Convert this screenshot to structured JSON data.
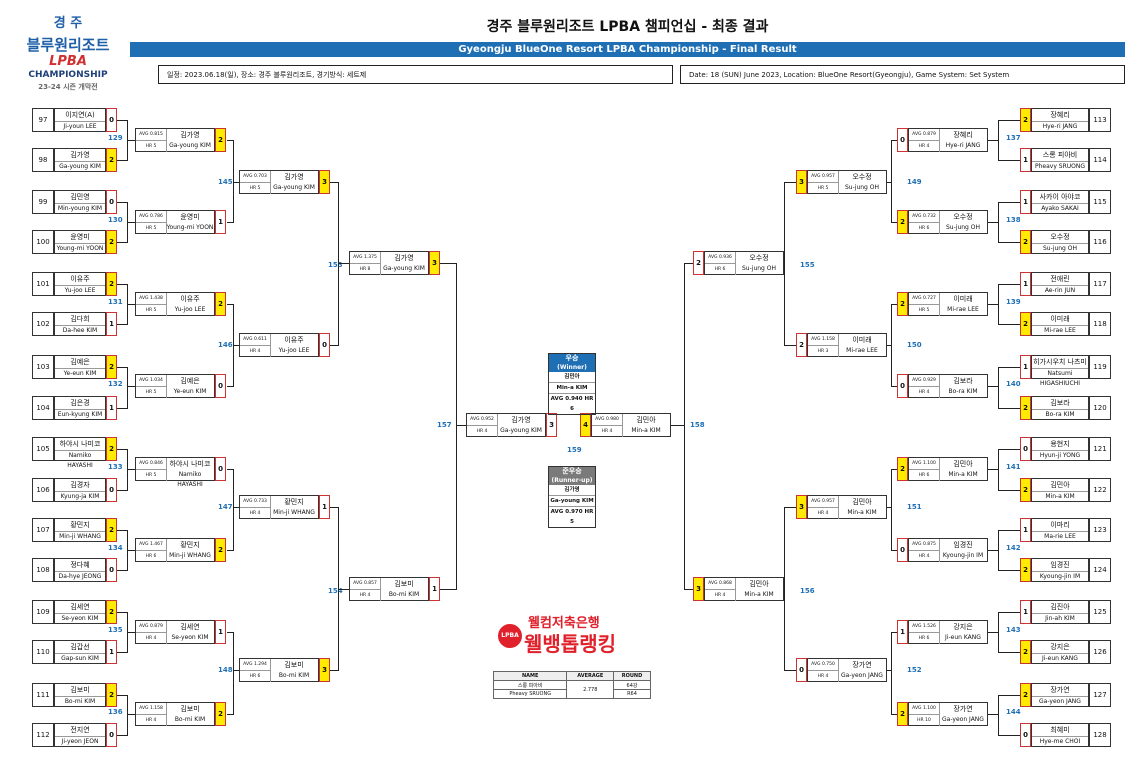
{
  "logo": {
    "city": "경 주",
    "resort": "블루원리조트",
    "brand": "LPBA",
    "event": "CHAMPIONSHIP",
    "season": "23-24 시즌 개막전"
  },
  "title_ko": "경주 블루원리조트 LPBA 챔피언십 - 최종 결과",
  "title_en": "Gyeongju BlueOne Resort LPBA Championship - Final Result",
  "info_ko": "일정: 2023.06.18(일), 장소: 경주 블루원리조트, 경기방식: 세트제",
  "info_en": "Date: 18 (SUN) June 2023, Location: BlueOne Resort(Gyeongju), Game System: Set System",
  "players_left": [
    {
      "num": "97",
      "ko": "이지연(A)",
      "en": "Ji-youn LEE",
      "score": "0",
      "win": false
    },
    {
      "num": "98",
      "ko": "김가영",
      "en": "Ga-young KIM",
      "score": "2",
      "win": true
    },
    {
      "num": "99",
      "ko": "김민영",
      "en": "Min-young KIM",
      "score": "0",
      "win": false
    },
    {
      "num": "100",
      "ko": "윤영미",
      "en": "Young-mi YOON",
      "score": "2",
      "win": true
    },
    {
      "num": "101",
      "ko": "이유주",
      "en": "Yu-joo LEE",
      "score": "2",
      "win": true
    },
    {
      "num": "102",
      "ko": "김다희",
      "en": "Da-hee KIM",
      "score": "1",
      "win": false
    },
    {
      "num": "103",
      "ko": "김예은",
      "en": "Ye-eun KIM",
      "score": "2",
      "win": true
    },
    {
      "num": "104",
      "ko": "김은경",
      "en": "Eun-kyung KIM",
      "score": "1",
      "win": false
    },
    {
      "num": "105",
      "ko": "하야시 나미코",
      "en": "Namiko HAYASHI",
      "score": "2",
      "win": true
    },
    {
      "num": "106",
      "ko": "김경자",
      "en": "Kyung-ja KIM",
      "score": "0",
      "win": false
    },
    {
      "num": "107",
      "ko": "황민지",
      "en": "Min-ji WHANG",
      "score": "2",
      "win": true
    },
    {
      "num": "108",
      "ko": "정다혜",
      "en": "Da-hye JEONG",
      "score": "0",
      "win": false
    },
    {
      "num": "109",
      "ko": "김세연",
      "en": "Se-yeon KIM",
      "score": "2",
      "win": true
    },
    {
      "num": "110",
      "ko": "김갑선",
      "en": "Gap-sun KIM",
      "score": "1",
      "win": false
    },
    {
      "num": "111",
      "ko": "김보미",
      "en": "Bo-mi KIM",
      "score": "2",
      "win": true
    },
    {
      "num": "112",
      "ko": "전지연",
      "en": "Ji-yeon JEON",
      "score": "0",
      "win": false
    }
  ],
  "players_right": [
    {
      "num": "113",
      "ko": "장혜리",
      "en": "Hye-ri JANG",
      "score": "2",
      "win": true
    },
    {
      "num": "114",
      "ko": "스롱 피아비",
      "en": "Pheavy SRUONG",
      "score": "1",
      "win": false
    },
    {
      "num": "115",
      "ko": "사카이 아야코",
      "en": "Ayako SAKAI",
      "score": "1",
      "win": false
    },
    {
      "num": "116",
      "ko": "오수정",
      "en": "Su-jung OH",
      "score": "2",
      "win": true
    },
    {
      "num": "117",
      "ko": "전애린",
      "en": "Ae-rin JUN",
      "score": "1",
      "win": false
    },
    {
      "num": "118",
      "ko": "이미래",
      "en": "Mi-rae LEE",
      "score": "2",
      "win": true
    },
    {
      "num": "119",
      "ko": "히가시우치 나츠미",
      "en": "Natsumi HIGASHIUCHI",
      "score": "1",
      "win": false
    },
    {
      "num": "120",
      "ko": "김보라",
      "en": "Bo-ra KIM",
      "score": "2",
      "win": true
    },
    {
      "num": "121",
      "ko": "용현지",
      "en": "Hyun-ji YONG",
      "score": "0",
      "win": false
    },
    {
      "num": "122",
      "ko": "김민아",
      "en": "Min-a KIM",
      "score": "2",
      "win": true
    },
    {
      "num": "123",
      "ko": "이마리",
      "en": "Ma-rie LEE",
      "score": "1",
      "win": false
    },
    {
      "num": "124",
      "ko": "임경진",
      "en": "Kyoung-jin IM",
      "score": "2",
      "win": true
    },
    {
      "num": "125",
      "ko": "김진아",
      "en": "Jin-ah KIM",
      "score": "1",
      "win": false
    },
    {
      "num": "126",
      "ko": "강지은",
      "en": "Ji-eun KANG",
      "score": "2",
      "win": true
    },
    {
      "num": "127",
      "ko": "장가연",
      "en": "Ga-yeon JANG",
      "score": "2",
      "win": true
    },
    {
      "num": "128",
      "ko": "최혜미",
      "en": "Hye-me CHOI",
      "score": "0",
      "win": false
    }
  ],
  "r32_left": [
    {
      "no": "129",
      "avg": "AVG 0.815",
      "hr": "HR 5",
      "ko": "김가영",
      "en": "Ga-young KIM",
      "score": "2",
      "win": true
    },
    {
      "no": "130",
      "avg": "AVG 0.786",
      "hr": "HR 5",
      "ko": "윤영미",
      "en": "Young-mi YOON",
      "score": "1",
      "win": false
    },
    {
      "no": "131",
      "avg": "AVG 1.438",
      "hr": "HR 5",
      "ko": "이유주",
      "en": "Yu-joo LEE",
      "score": "2",
      "win": true
    },
    {
      "no": "132",
      "avg": "AVG 1.034",
      "hr": "HR 5",
      "ko": "김예은",
      "en": "Ye-eun KIM",
      "score": "0",
      "win": false
    },
    {
      "no": "133",
      "avg": "AVG 0.846",
      "hr": "HR 5",
      "ko": "하야시 나미코",
      "en": "Namiko HAYASHI",
      "score": "0",
      "win": false
    },
    {
      "no": "134",
      "avg": "AVG 1.467",
      "hr": "HR 6",
      "ko": "황민지",
      "en": "Min-ji WHANG",
      "score": "2",
      "win": true
    },
    {
      "no": "135",
      "avg": "AVG 0.879",
      "hr": "HR 4",
      "ko": "김세연",
      "en": "Se-yeon KIM",
      "score": "1",
      "win": false
    },
    {
      "no": "136",
      "avg": "AVG 1.158",
      "hr": "HR 4",
      "ko": "김보미",
      "en": "Bo-mi KIM",
      "score": "2",
      "win": true
    }
  ],
  "r32_right": [
    {
      "no": "137",
      "avg": "AVG 0.879",
      "hr": "HR 4",
      "ko": "장혜리",
      "en": "Hye-ri JANG",
      "score": "0",
      "win": false
    },
    {
      "no": "138",
      "avg": "AVG 0.732",
      "hr": "HR 6",
      "ko": "오수정",
      "en": "Su-jung OH",
      "score": "2",
      "win": true
    },
    {
      "no": "139",
      "avg": "AVG 0.727",
      "hr": "HR 5",
      "ko": "이미래",
      "en": "Mi-rae LEE",
      "score": "2",
      "win": true
    },
    {
      "no": "140",
      "avg": "AVG 0.929",
      "hr": "HR 4",
      "ko": "김보라",
      "en": "Bo-ra KIM",
      "score": "0",
      "win": false
    },
    {
      "no": "141",
      "avg": "AVG 1.100",
      "hr": "HR 6",
      "ko": "김민아",
      "en": "Min-a KIM",
      "score": "2",
      "win": true
    },
    {
      "no": "142",
      "avg": "AVG 0.875",
      "hr": "HR 4",
      "ko": "임경진",
      "en": "Kyoung-jin IM",
      "score": "0",
      "win": false
    },
    {
      "no": "143",
      "avg": "AVG 1.526",
      "hr": "HR 6",
      "ko": "강지은",
      "en": "Ji-eun KANG",
      "score": "1",
      "win": false
    },
    {
      "no": "144",
      "avg": "AVG 1.100",
      "hr": "HR 10",
      "ko": "장가연",
      "en": "Ga-yeon JANG",
      "score": "2",
      "win": true
    }
  ],
  "r16_left": [
    {
      "no": "145",
      "avg": "AVG 0.703",
      "hr": "HR 5",
      "ko": "김가영",
      "en": "Ga-young KIM",
      "score": "3",
      "win": true
    },
    {
      "no": "146",
      "avg": "AVG 0.611",
      "hr": "HR 4",
      "ko": "이유주",
      "en": "Yu-joo LEE",
      "score": "0",
      "win": false
    },
    {
      "no": "147",
      "avg": "AVG 0.733",
      "hr": "HR 4",
      "ko": "황민지",
      "en": "Min-ji WHANG",
      "score": "1",
      "win": false
    },
    {
      "no": "148",
      "avg": "AVG 1.294",
      "hr": "HR 6",
      "ko": "김보미",
      "en": "Bo-mi KIM",
      "score": "3",
      "win": true
    }
  ],
  "r16_right": [
    {
      "no": "149",
      "avg": "AVG 0.957",
      "hr": "HR 5",
      "ko": "오수정",
      "en": "Su-jung OH",
      "score": "3",
      "win": true
    },
    {
      "no": "150",
      "avg": "AVG 1.158",
      "hr": "HR 3",
      "ko": "이미래",
      "en": "Mi-rae LEE",
      "score": "2",
      "win": false
    },
    {
      "no": "151",
      "avg": "AVG 0.957",
      "hr": "HR 4",
      "ko": "김민아",
      "en": "Min-a KIM",
      "score": "3",
      "win": true
    },
    {
      "no": "152",
      "avg": "AVG 0.750",
      "hr": "HR 4",
      "ko": "장가연",
      "en": "Ga-yeon JANG",
      "score": "0",
      "win": false
    }
  ],
  "qf_left": [
    {
      "no": "153",
      "avg": "AVG 1.375",
      "hr": "HR 8",
      "ko": "김가영",
      "en": "Ga-young KIM",
      "score": "3",
      "win": true
    },
    {
      "no": "154",
      "avg": "AVG 0.857",
      "hr": "HR 4",
      "ko": "김보미",
      "en": "Bo-mi KIM",
      "score": "1",
      "win": false
    }
  ],
  "qf_right": [
    {
      "no": "155",
      "avg": "AVG 0.936",
      "hr": "HR 6",
      "ko": "오수정",
      "en": "Su-jung OH",
      "score": "2",
      "win": false
    },
    {
      "no": "156",
      "avg": "AVG 0.868",
      "hr": "HR 4",
      "ko": "김민아",
      "en": "Min-a KIM",
      "score": "3",
      "win": true
    }
  ],
  "sf_left": {
    "no": "157",
    "avg": "AVG 0.952",
    "hr": "HR 4",
    "ko": "김가영",
    "en": "Ga-young KIM",
    "score": "3",
    "win": false
  },
  "sf_right": {
    "no": "158",
    "avg": "AVG 0.980",
    "hr": "HR 4",
    "ko": "김민아",
    "en": "Min-a KIM",
    "score": "4",
    "win": true
  },
  "final_no": "159",
  "winner": {
    "title": "우승",
    "sub": "(Winner)",
    "ko": "김민아",
    "en": "Min-a KIM",
    "stat": "AVG 0.940   HR 6",
    "color": "#1f6fb5"
  },
  "runner": {
    "title": "준우승",
    "sub": "(Runner-up)",
    "ko": "김가영",
    "en": "Ga-young KIM",
    "stat": "AVG 0.970   HR 5",
    "color": "#7a7a7a"
  },
  "sponsor": {
    "line1": "웰컴저축은행",
    "line2": "웰뱅톱랭킹",
    "badge": "LPBA"
  },
  "high_avg": {
    "h_name": "NAME",
    "h_avg": "AVERAGE",
    "h_round": "ROUND",
    "name_ko": "스롱 피아비",
    "name_en": "Pheavy SRUONG",
    "avg": "2.778",
    "round_ko": "64강",
    "round_en": "R64"
  }
}
